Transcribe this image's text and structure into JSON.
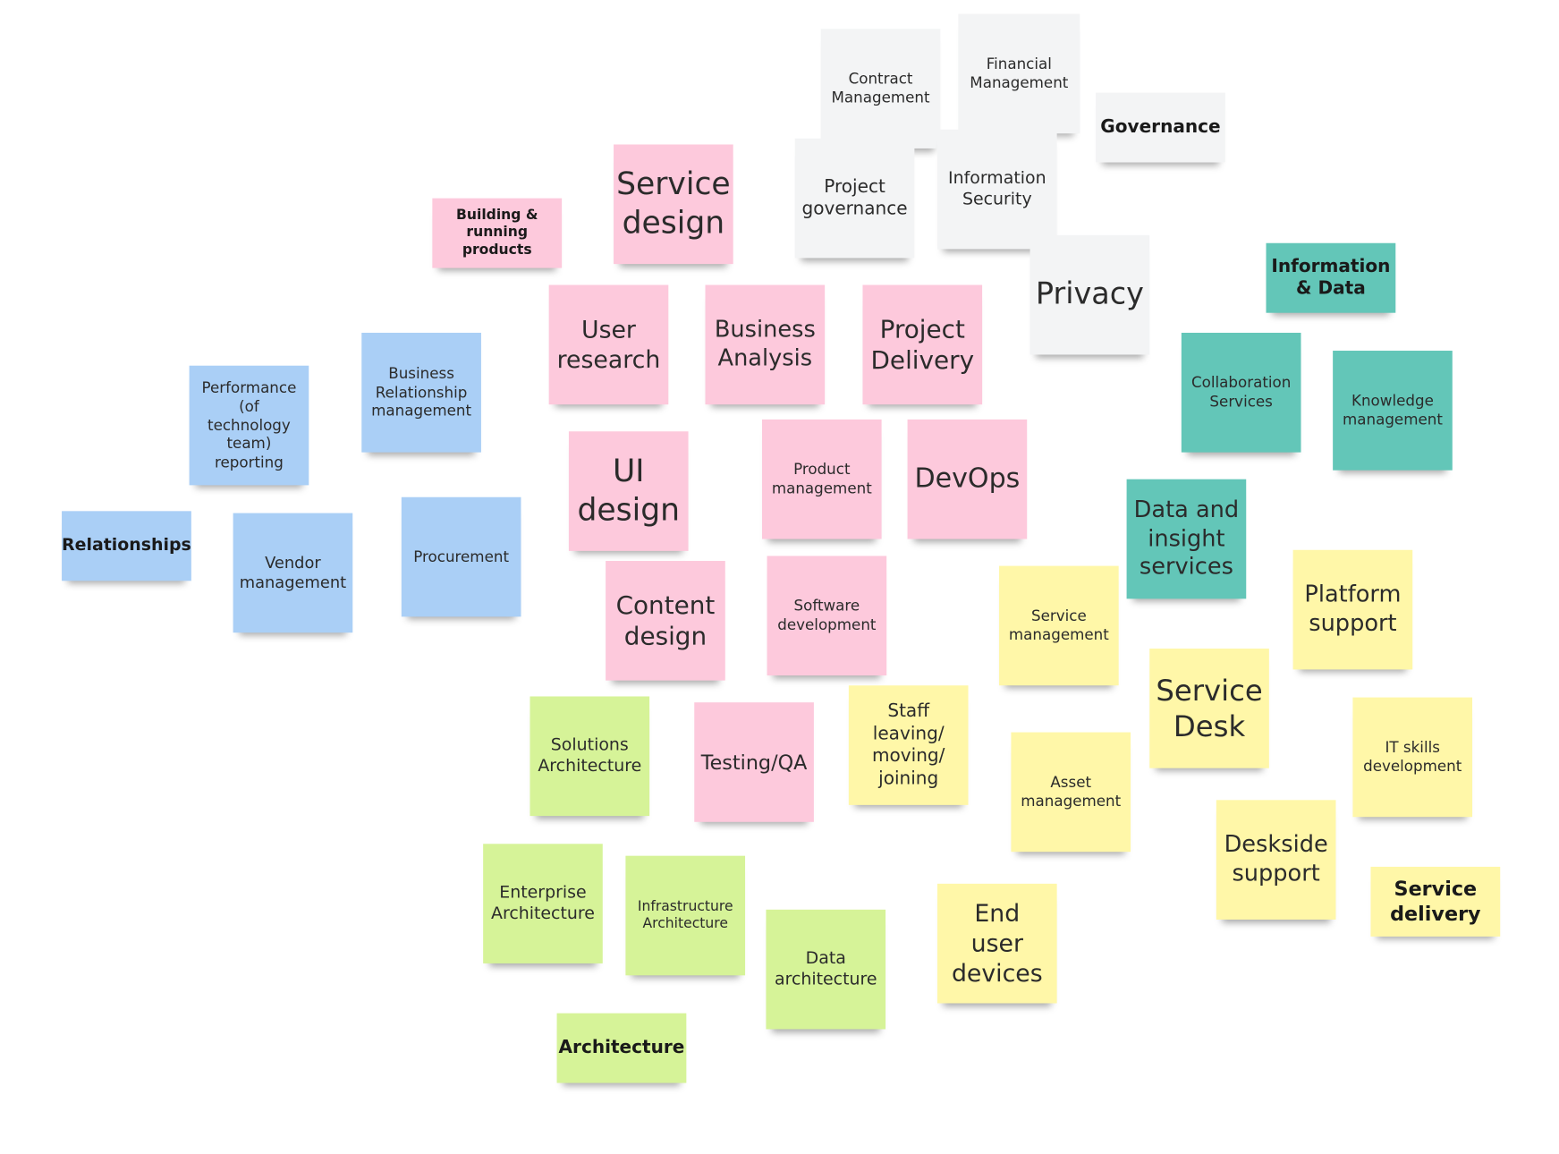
{
  "colors": {
    "gray": "#f3f4f5",
    "pink": "#fdc9dc",
    "blue": "#aacff6",
    "teal": "#63c6b8",
    "yellow": "#fff7a8",
    "green": "#d6f398"
  },
  "notes": [
    {
      "text": "Contract\nManagement",
      "color": "gray"
    },
    {
      "text": "Financial\nManagement",
      "color": "gray"
    },
    {
      "text": "Governance",
      "color": "gray"
    },
    {
      "text": "Project\ngovernance",
      "color": "gray"
    },
    {
      "text": "Information\nSecurity",
      "color": "gray"
    },
    {
      "text": "Privacy",
      "color": "gray"
    },
    {
      "text": "Building &\nrunning\nproducts",
      "color": "pink"
    },
    {
      "text": "Service\ndesign",
      "color": "pink"
    },
    {
      "text": "User\nresearch",
      "color": "pink"
    },
    {
      "text": "Business\nAnalysis",
      "color": "pink"
    },
    {
      "text": "Project\nDelivery",
      "color": "pink"
    },
    {
      "text": "UI\ndesign",
      "color": "pink"
    },
    {
      "text": "Product\nmanagement",
      "color": "pink"
    },
    {
      "text": "DevOps",
      "color": "pink"
    },
    {
      "text": "Content\ndesign",
      "color": "pink"
    },
    {
      "text": "Software\ndevelopment",
      "color": "pink"
    },
    {
      "text": "Testing/QA",
      "color": "pink"
    },
    {
      "text": "Business\nRelationship\nmanagement",
      "color": "blue"
    },
    {
      "text": "Performance\n(of technology\nteam)\nreporting",
      "color": "blue"
    },
    {
      "text": "Relationships",
      "color": "blue"
    },
    {
      "text": "Vendor\nmanagement",
      "color": "blue"
    },
    {
      "text": "Procurement",
      "color": "blue"
    },
    {
      "text": "Information\n& Data",
      "color": "teal"
    },
    {
      "text": "Collaboration\nServices",
      "color": "teal"
    },
    {
      "text": "Knowledge\nmanagement",
      "color": "teal"
    },
    {
      "text": "Data and\ninsight\nservices",
      "color": "teal"
    },
    {
      "text": "Service\nmanagement",
      "color": "yellow"
    },
    {
      "text": "Platform\nsupport",
      "color": "yellow"
    },
    {
      "text": "Service\nDesk",
      "color": "yellow"
    },
    {
      "text": "Staff\nleaving/\nmoving/\njoining",
      "color": "yellow"
    },
    {
      "text": "Asset\nmanagement",
      "color": "yellow"
    },
    {
      "text": "IT skills\ndevelopment",
      "color": "yellow"
    },
    {
      "text": "Deskside\nsupport",
      "color": "yellow"
    },
    {
      "text": "Service\ndelivery",
      "color": "yellow"
    },
    {
      "text": "End\nuser\ndevices",
      "color": "yellow"
    },
    {
      "text": "Solutions\nArchitecture",
      "color": "green"
    },
    {
      "text": "Enterprise\nArchitecture",
      "color": "green"
    },
    {
      "text": "Infrastructure\nArchitecture",
      "color": "green"
    },
    {
      "text": "Data\narchitecture",
      "color": "green"
    },
    {
      "text": "Architecture",
      "color": "green"
    }
  ]
}
